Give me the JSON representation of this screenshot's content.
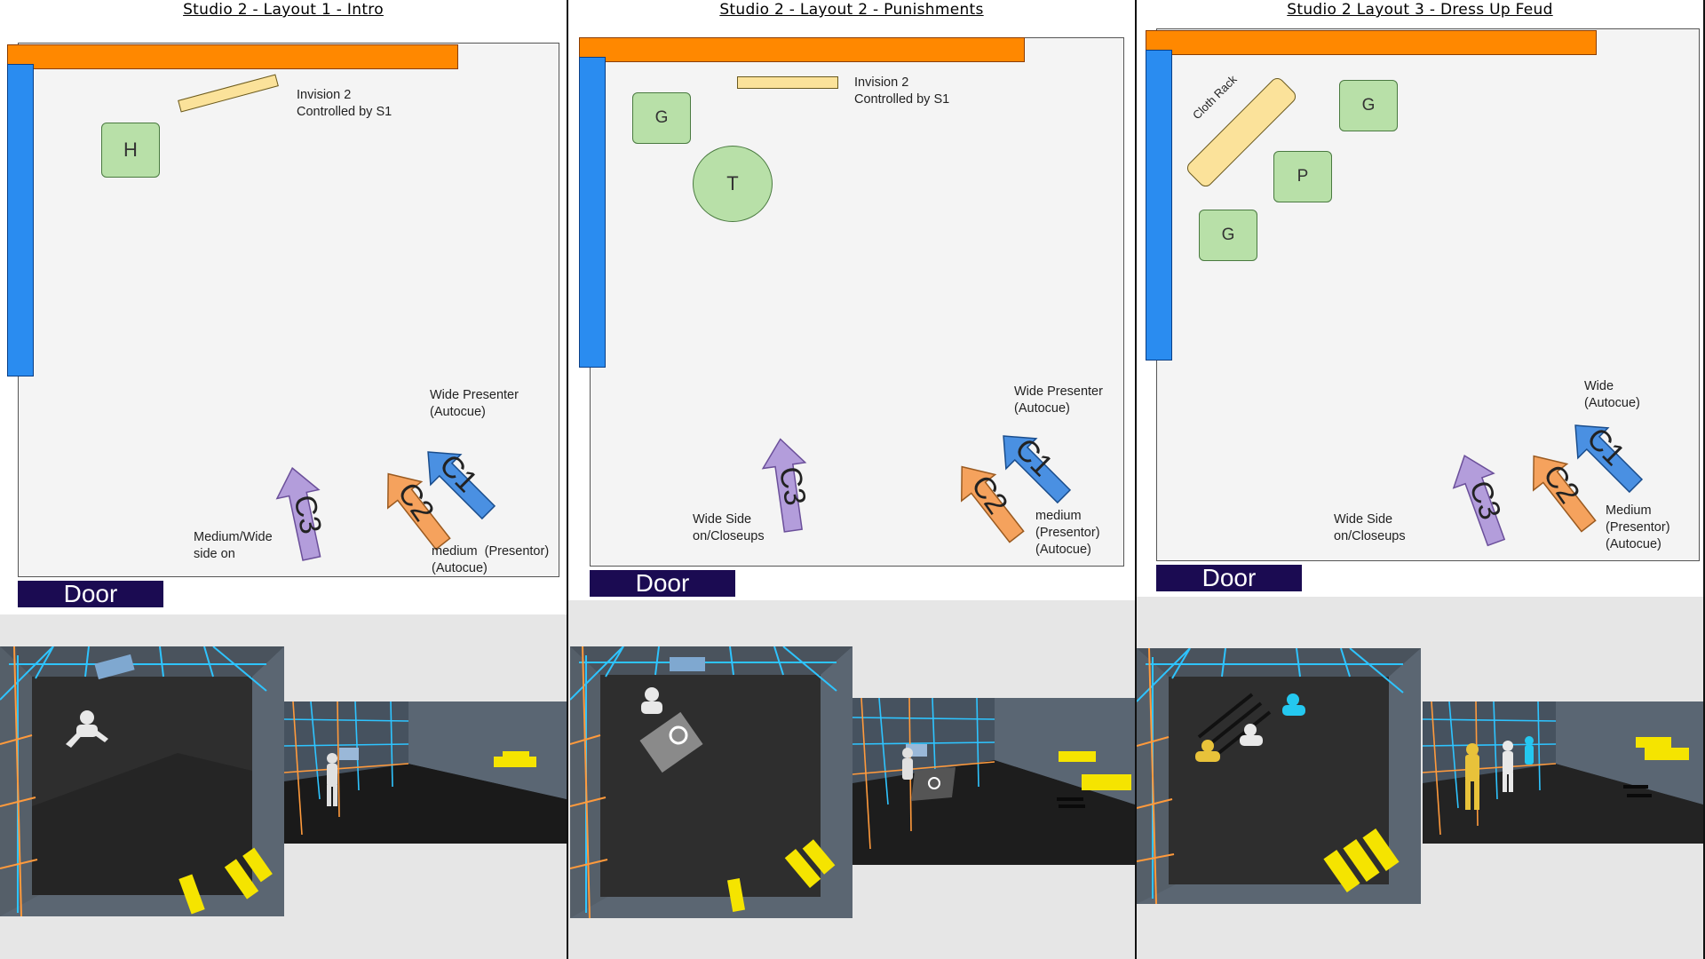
{
  "panels": [
    {
      "title": "Studio 2 - Layout 1 - Intro",
      "props": [
        {
          "label": "H"
        }
      ],
      "invision_label": "Invision 2\nControlled by S1",
      "cameras": [
        {
          "id": "C1",
          "color": "#4a90e2",
          "label": "Wide Presenter\n(Autocue)"
        },
        {
          "id": "C2",
          "color": "#f5a25d",
          "label": "medium  (Presentor)\n(Autocue)"
        },
        {
          "id": "C3",
          "color": "#b39ddb",
          "label": "Medium/Wide\nside on"
        }
      ],
      "door_label": "Door"
    },
    {
      "title": "Studio 2 - Layout 2 - Punishments",
      "props": [
        {
          "label": "G"
        },
        {
          "label": "T"
        }
      ],
      "invision_label": "Invision 2\nControlled by S1",
      "cameras": [
        {
          "id": "C1",
          "color": "#4a90e2",
          "label": "Wide Presenter\n(Autocue)"
        },
        {
          "id": "C2",
          "color": "#f5a25d",
          "label": "medium\n(Presentor)\n(Autocue)"
        },
        {
          "id": "C3",
          "color": "#b39ddb",
          "label": "Wide Side\non/Closeups"
        }
      ],
      "door_label": "Door"
    },
    {
      "title": "Studio 2 Layout 3 - Dress Up Feud",
      "props": [
        {
          "label": "G"
        },
        {
          "label": "P"
        },
        {
          "label": "G"
        }
      ],
      "rack_label": "Cloth Rack",
      "cameras": [
        {
          "id": "C1",
          "color": "#4a90e2",
          "label": "Wide\n(Autocue)"
        },
        {
          "id": "C2",
          "color": "#f5a25d",
          "label": "Medium\n(Presentor)\n(Autocue)"
        },
        {
          "id": "C3",
          "color": "#b39ddb",
          "label": "Wide Side\non/Closeups"
        }
      ],
      "door_label": "Door"
    }
  ],
  "colors": {
    "wall_orange": "#ff8800",
    "wall_blue": "#2a8cf0",
    "prop_green": "#b8e0a8",
    "invision_yellow": "#fbe29a",
    "door": "#1b0b52",
    "neon_blue": "#2ec4ff",
    "neon_orange": "#ff9a3c",
    "camera_yellow": "#f5e400"
  }
}
